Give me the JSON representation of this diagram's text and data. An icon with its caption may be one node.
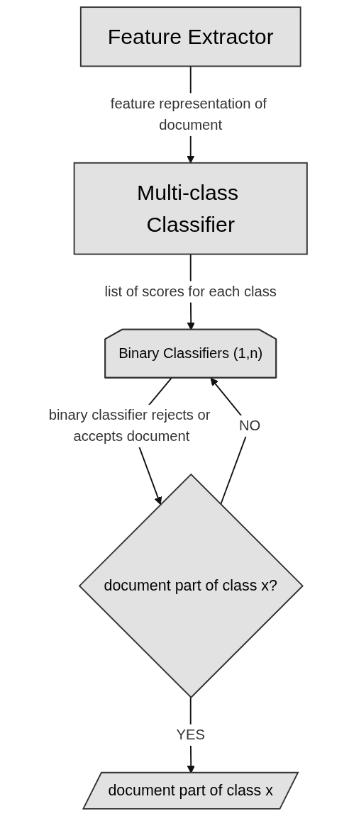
{
  "diagram": {
    "nodes": [
      {
        "text": [
          "Feature Extractor"
        ]
      },
      {
        "text": [
          "Multi-class Classifier"
        ]
      },
      {
        "text": [
          "Binary Classifiers (1,n)"
        ]
      },
      {
        "text": [
          "document part of class x?"
        ]
      },
      {
        "text": [
          "document part of class x"
        ]
      }
    ],
    "edges": [
      {
        "from": 0,
        "to": 1,
        "arrow": "to",
        "label": "feature representation of document"
      },
      {
        "from": 1,
        "to": 2,
        "arrow": "to",
        "label": "list of scores for each class"
      },
      {
        "from": 2,
        "to": 3,
        "arrow": "to",
        "label": "binary classifier rejects or accepts document"
      },
      {
        "from": 3,
        "to": 4,
        "arrow": "to",
        "label": "YES"
      },
      {
        "from": 3,
        "to": 2,
        "arrow": "to",
        "label": "NO"
      }
    ]
  }
}
